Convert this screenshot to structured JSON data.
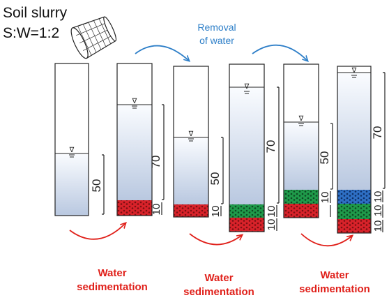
{
  "title": {
    "line1": "Soil slurry",
    "line2": "S:W=1:2"
  },
  "process_labels": {
    "removal_line1": "Removal",
    "removal_line2": "of water",
    "sedimentation_line1": "Water",
    "sedimentation_line2": "sedimentation"
  },
  "dimension_labels": [
    "50",
    "70",
    "10",
    "50",
    "10",
    "70",
    "10",
    "10",
    "50",
    "10",
    "70",
    "10",
    "10",
    "10"
  ],
  "water_level_symbol": "∇",
  "colors": {
    "water_top": "#fafcff",
    "water_bottom": "#b9c8e0",
    "soil_red": "#d8222a",
    "soil_green": "#1f9a4a",
    "soil_blue": "#2e6fc4",
    "arrow_blue": "#2e7fc8",
    "arrow_red": "#e0201a",
    "label_blue": "#2e7fc8",
    "label_red": "#e0201a"
  }
}
